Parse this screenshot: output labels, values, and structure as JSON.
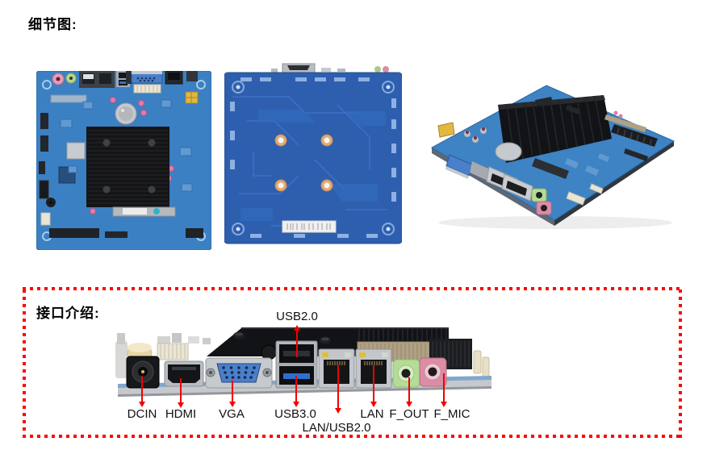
{
  "sections": {
    "details": {
      "title": "细节图:"
    },
    "interfaces": {
      "title": "接口介绍:"
    }
  },
  "detail_images": [
    {
      "name": "motherboard-front-view"
    },
    {
      "name": "motherboard-back-view"
    },
    {
      "name": "motherboard-angled-view"
    }
  ],
  "interface_labels": {
    "usb2": "USB2.0",
    "dcin": "DCIN",
    "hdmi": "HDMI",
    "vga": "VGA",
    "usb3": "USB3.0",
    "lan_usb2": "LAN/USB2.0",
    "lan": "LAN",
    "f_out": "F_OUT",
    "f_mic": "F_MIC"
  },
  "colors": {
    "annotation_red": "#f00000",
    "dashed_border_red": "#ff0000",
    "pcb_blue": "#3b80c2",
    "pcb_back_blue": "#2d5fae",
    "heatsink_black": "#121316",
    "vga_blue": "#4a7fc9",
    "audio_out_green": "#b5dc96",
    "audio_mic_pink": "#dc8ca3",
    "label_text": "#111111"
  }
}
